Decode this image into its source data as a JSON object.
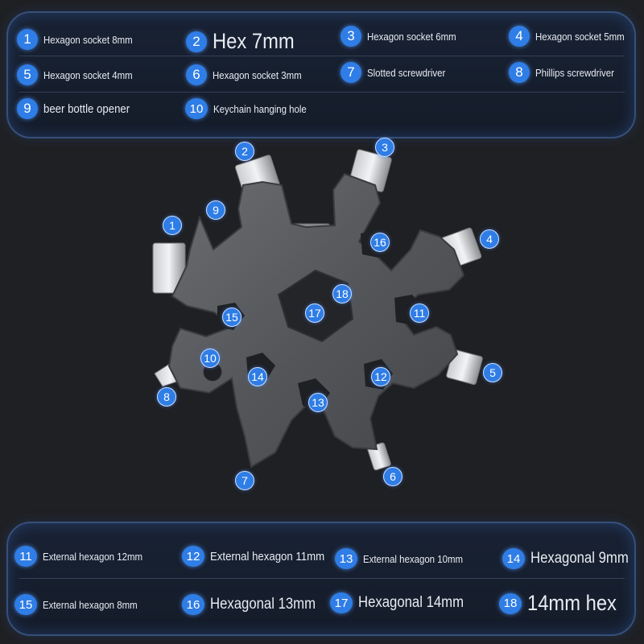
{
  "legend_top": [
    {
      "num": "1",
      "label": "Hexagon socket 8mm"
    },
    {
      "num": "2",
      "label": "Hex 7mm"
    },
    {
      "num": "3",
      "label": "Hexagon socket 6mm"
    },
    {
      "num": "4",
      "label": "Hexagon socket 5mm"
    },
    {
      "num": "5",
      "label": "Hexagon socket 4mm"
    },
    {
      "num": "6",
      "label": "Hexagon socket 3mm"
    },
    {
      "num": "7",
      "label": "Slotted screwdriver"
    },
    {
      "num": "8",
      "label": "Phillips screwdriver"
    },
    {
      "num": "9",
      "label": "beer bottle opener"
    },
    {
      "num": "10",
      "label": "Keychain hanging hole"
    }
  ],
  "legend_bottom": [
    {
      "num": "11",
      "label": "External hexagon 12mm"
    },
    {
      "num": "12",
      "label": "External hexagon 11mm"
    },
    {
      "num": "13",
      "label": "External hexagon 10mm"
    },
    {
      "num": "14",
      "label": "Hexagonal 9mm"
    },
    {
      "num": "15",
      "label": "External hexagon 8mm"
    },
    {
      "num": "16",
      "label": "Hexagonal 13mm"
    },
    {
      "num": "17",
      "label": "Hexagonal 14mm"
    },
    {
      "num": "18",
      "label": "14mm hex"
    }
  ],
  "markers": [
    "1",
    "2",
    "3",
    "4",
    "5",
    "6",
    "7",
    "8",
    "9",
    "10",
    "11",
    "12",
    "13",
    "14",
    "15",
    "16",
    "17",
    "18"
  ],
  "colors": {
    "accent": "#2f7de6",
    "panel_border": "#35507a",
    "background": "#1f2023",
    "tool": "#5c5e62"
  }
}
